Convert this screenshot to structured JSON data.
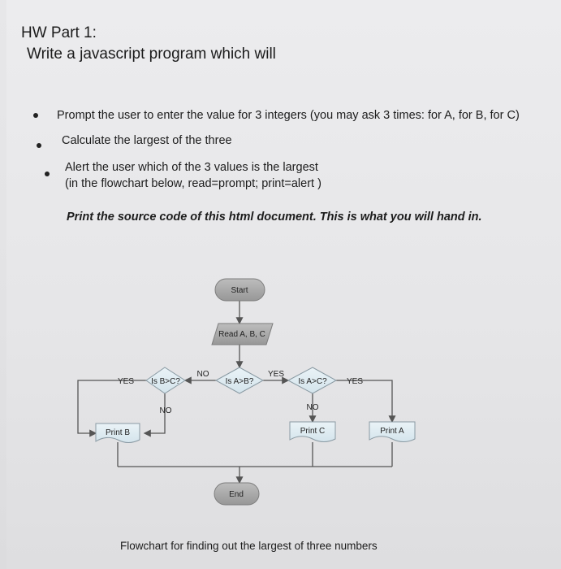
{
  "heading": {
    "title": "HW Part 1:",
    "subtitle": "Write a javascript program which will"
  },
  "bullets": [
    "Prompt the user to enter the value for 3 integers (you may ask 3 times: for A, for B, for C)",
    "Calculate the largest of the three",
    "Alert the user which of the 3 values is the largest",
    "(in the flowchart below, read=prompt; print=alert )"
  ],
  "instruction": "Print the source code of this html document. This is what you will hand in.",
  "flowchart": {
    "start": "Start",
    "read": "Read A, B, C",
    "decision_ab": "Is A>B?",
    "decision_bc": "Is B>C?",
    "decision_ac": "Is A>C?",
    "print_b": "Print B",
    "print_c": "Print C",
    "print_a": "Print A",
    "end": "End",
    "yes": "YES",
    "no": "NO"
  },
  "caption": "Flowchart for finding out the largest of three numbers"
}
